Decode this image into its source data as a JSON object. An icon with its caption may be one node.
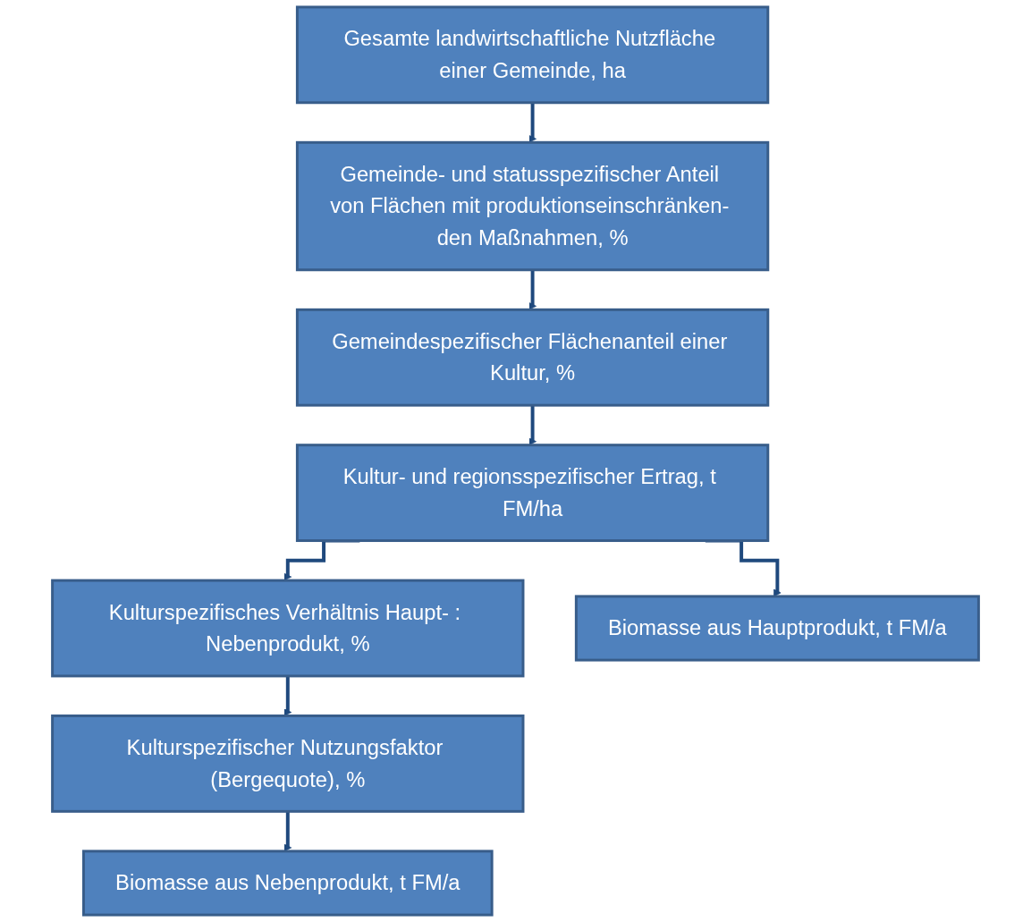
{
  "diagram": {
    "nodes": [
      {
        "text": [
          "Gesamte landwirtschaftliche Nutzfläche einer Gemeinde, ha"
        ]
      },
      {
        "text": [
          "Gemeinde- und statusspezifischer Anteil von Flächen mit produktionseinschränken- den Maßnahmen, %"
        ]
      },
      {
        "text": [
          "Gemeindespezifischer Flächenanteil einer Kultur, %"
        ]
      },
      {
        "text": [
          "Kultur- und regionsspezifischer Ertrag, t FM/ha"
        ]
      },
      {
        "text": [
          "Kulturspezifisches Verhältnis Haupt- : Nebenprodukt, %"
        ]
      },
      {
        "text": [
          "Kulturspezifischer Nutzungsfaktor (Bergequote), %"
        ]
      },
      {
        "text": [
          "Biomasse aus Hauptprodukt, t FM/a"
        ]
      },
      {
        "text": [
          "Biomasse aus Nebenprodukt, t FM/a"
        ]
      }
    ],
    "edges": [
      {
        "from": 0,
        "to": 1,
        "arrow": "to"
      },
      {
        "from": 1,
        "to": 2,
        "arrow": "to"
      },
      {
        "from": 2,
        "to": 3,
        "arrow": "to"
      },
      {
        "from": 3,
        "to": 4,
        "arrow": "to"
      },
      {
        "from": 3,
        "to": 6,
        "arrow": "to"
      },
      {
        "from": 4,
        "to": 5,
        "arrow": "to"
      },
      {
        "from": 5,
        "to": 7,
        "arrow": "to"
      }
    ]
  }
}
